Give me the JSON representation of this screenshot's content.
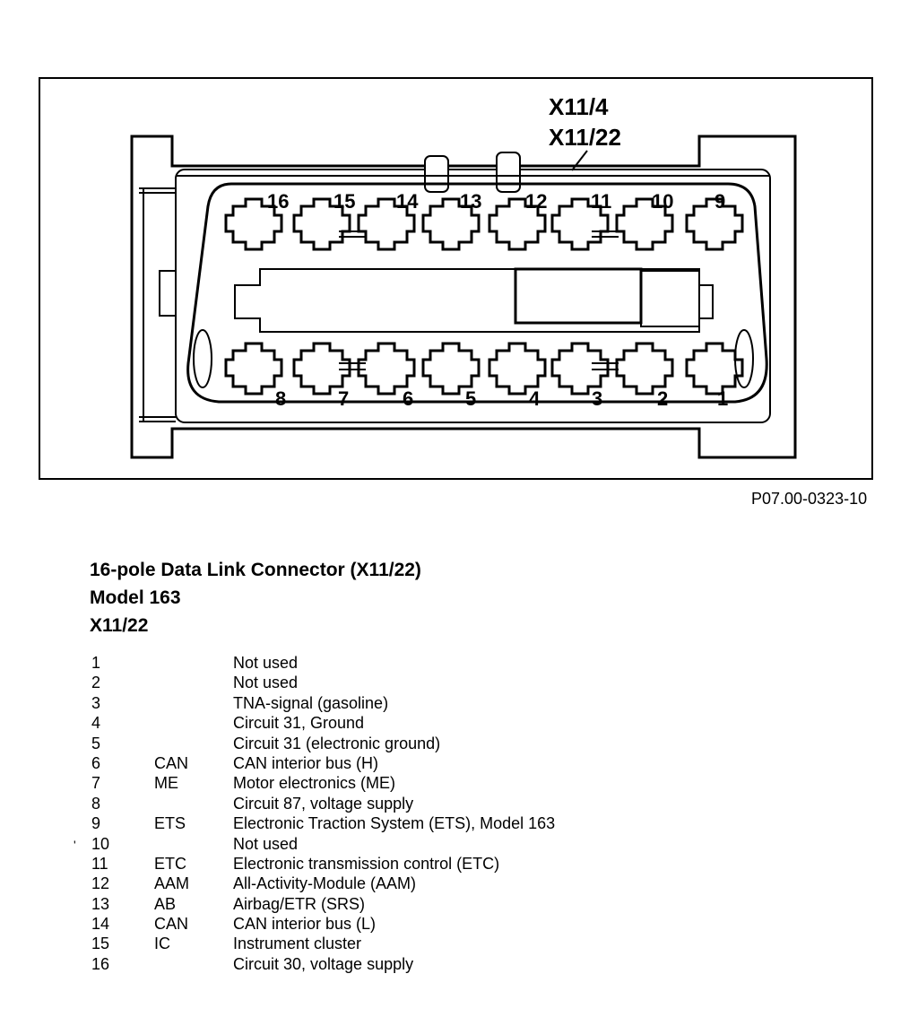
{
  "diagram": {
    "connector_labels": [
      "X11/4",
      "X11/22"
    ],
    "top_pin_numbers": [
      "16",
      "15",
      "14",
      "13",
      "12",
      "11",
      "10",
      "9"
    ],
    "bottom_pin_numbers": [
      "8",
      "7",
      "6",
      "5",
      "4",
      "3",
      "2",
      "1"
    ],
    "figure_ref": "P07.00-0323-10"
  },
  "heading": {
    "title": "16-pole Data Link Connector (X11/22)",
    "model": "Model 163",
    "connector": "X11/22"
  },
  "stray_mark": "'",
  "pins": [
    {
      "num": "1",
      "abbr": "",
      "desc": "Not used"
    },
    {
      "num": "2",
      "abbr": "",
      "desc": "Not used"
    },
    {
      "num": "3",
      "abbr": "",
      "desc": "TNA-signal (gasoline)"
    },
    {
      "num": "4",
      "abbr": "",
      "desc": "Circuit 31, Ground"
    },
    {
      "num": "5",
      "abbr": "",
      "desc": "Circuit 31 (electronic ground)"
    },
    {
      "num": "6",
      "abbr": "CAN",
      "desc": "CAN interior bus  (H)"
    },
    {
      "num": "7",
      "abbr": "ME",
      "desc": "Motor electronics (ME)"
    },
    {
      "num": "8",
      "abbr": "",
      "desc": "Circuit 87, voltage supply"
    },
    {
      "num": "9",
      "abbr": "ETS",
      "desc": "Electronic Traction System (ETS), Model 163"
    },
    {
      "num": "10",
      "abbr": "",
      "desc": "Not used"
    },
    {
      "num": "11",
      "abbr": "ETC",
      "desc": "Electronic transmission control (ETC)"
    },
    {
      "num": "12",
      "abbr": "AAM",
      "desc": "All-Activity-Module (AAM)"
    },
    {
      "num": "13",
      "abbr": "AB",
      "desc": "Airbag/ETR (SRS)"
    },
    {
      "num": "14",
      "abbr": "CAN",
      "desc": "CAN interior bus (L)"
    },
    {
      "num": "15",
      "abbr": "IC",
      "desc": "Instrument cluster"
    },
    {
      "num": "16",
      "abbr": "",
      "desc": "Circuit 30, voltage supply"
    }
  ]
}
